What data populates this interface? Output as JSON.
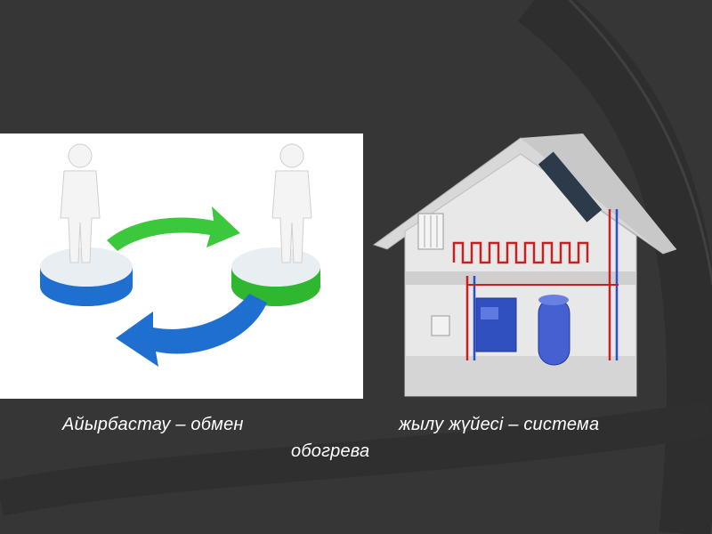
{
  "slide": {
    "background_color": "#363636",
    "captions": {
      "exchange": "Айырбастау – обмен",
      "heating_line1": "жылу жүйесі – система",
      "heating_line2": "обогрева"
    }
  },
  "images": {
    "exchange": {
      "icons": [
        "person-icon",
        "green-arrow-icon",
        "blue-arrow-icon",
        "blue-pedestal",
        "green-pedestal"
      ],
      "colors": {
        "green": "#3cc83c",
        "blue": "#1e6fd0",
        "white": "#ffffff"
      }
    },
    "heating": {
      "icons": [
        "house-icon",
        "solar-panel-icon",
        "boiler-icon",
        "water-tank-icon",
        "radiator-icon",
        "floor-heating-pipes-icon"
      ],
      "colors": {
        "pipe_red": "#c82020",
        "pipe_blue": "#2a4fc8",
        "boiler": "#3050c0",
        "wall": "#e8e8e8"
      }
    }
  }
}
